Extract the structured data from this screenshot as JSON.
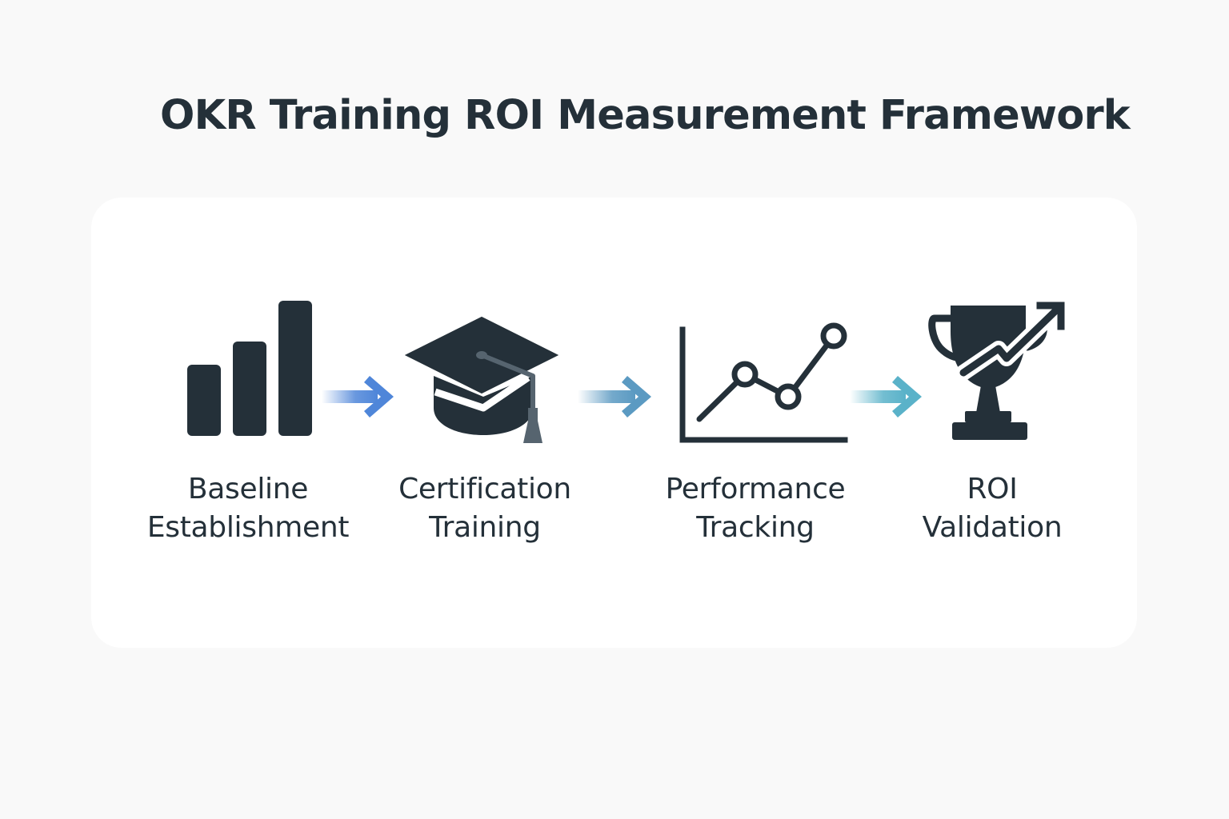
{
  "title": "OKR Training ROI Measurement Framework",
  "steps": [
    {
      "line1": "Baseline",
      "line2": "Establishment",
      "icon": "bar-chart-icon"
    },
    {
      "line1": "Certification",
      "line2": "Training",
      "icon": "graduation-cap-icon"
    },
    {
      "line1": "Performance",
      "line2": "Tracking",
      "icon": "line-chart-icon"
    },
    {
      "line1": "ROI",
      "line2": "Validation",
      "icon": "trophy-icon"
    }
  ],
  "colors": {
    "text": "#243039",
    "icon": "#243039",
    "arrow1": "#4f86d9",
    "arrow2": "#5b9ac2",
    "arrow3": "#5ab2c9",
    "background": "#f9f9f9",
    "card": "#ffffff"
  }
}
